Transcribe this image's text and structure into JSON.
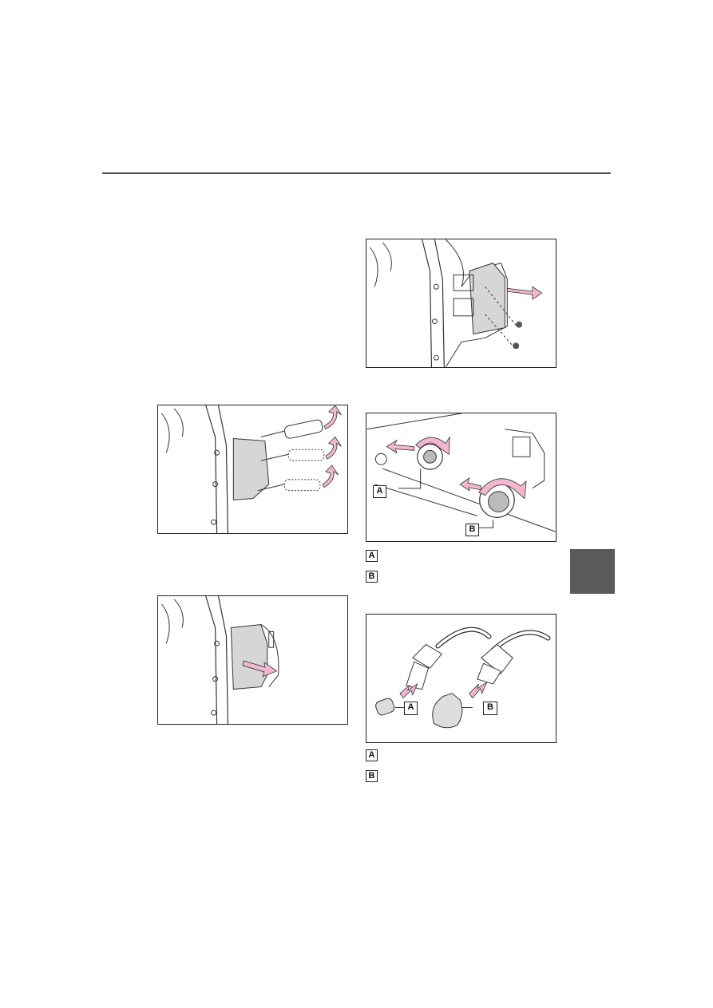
{
  "figures": {
    "fig1": {
      "name": "bumper-cover-removal"
    },
    "fig2": {
      "name": "screw-removal"
    },
    "fig3": {
      "name": "cover-slide-out"
    },
    "fig4": {
      "name": "socket-turn",
      "label_a": "A",
      "label_b": "B"
    },
    "fig5": {
      "name": "bulb-removal",
      "label_a": "A",
      "label_b": "B"
    }
  },
  "legends": {
    "sockets": [
      "A",
      "B"
    ],
    "bulbs": [
      "A",
      "B"
    ]
  },
  "colors": {
    "arrow": "#f2b6cf",
    "shading": "#d6d6d6",
    "tab": "#5a5a5a",
    "line": "#222222"
  }
}
